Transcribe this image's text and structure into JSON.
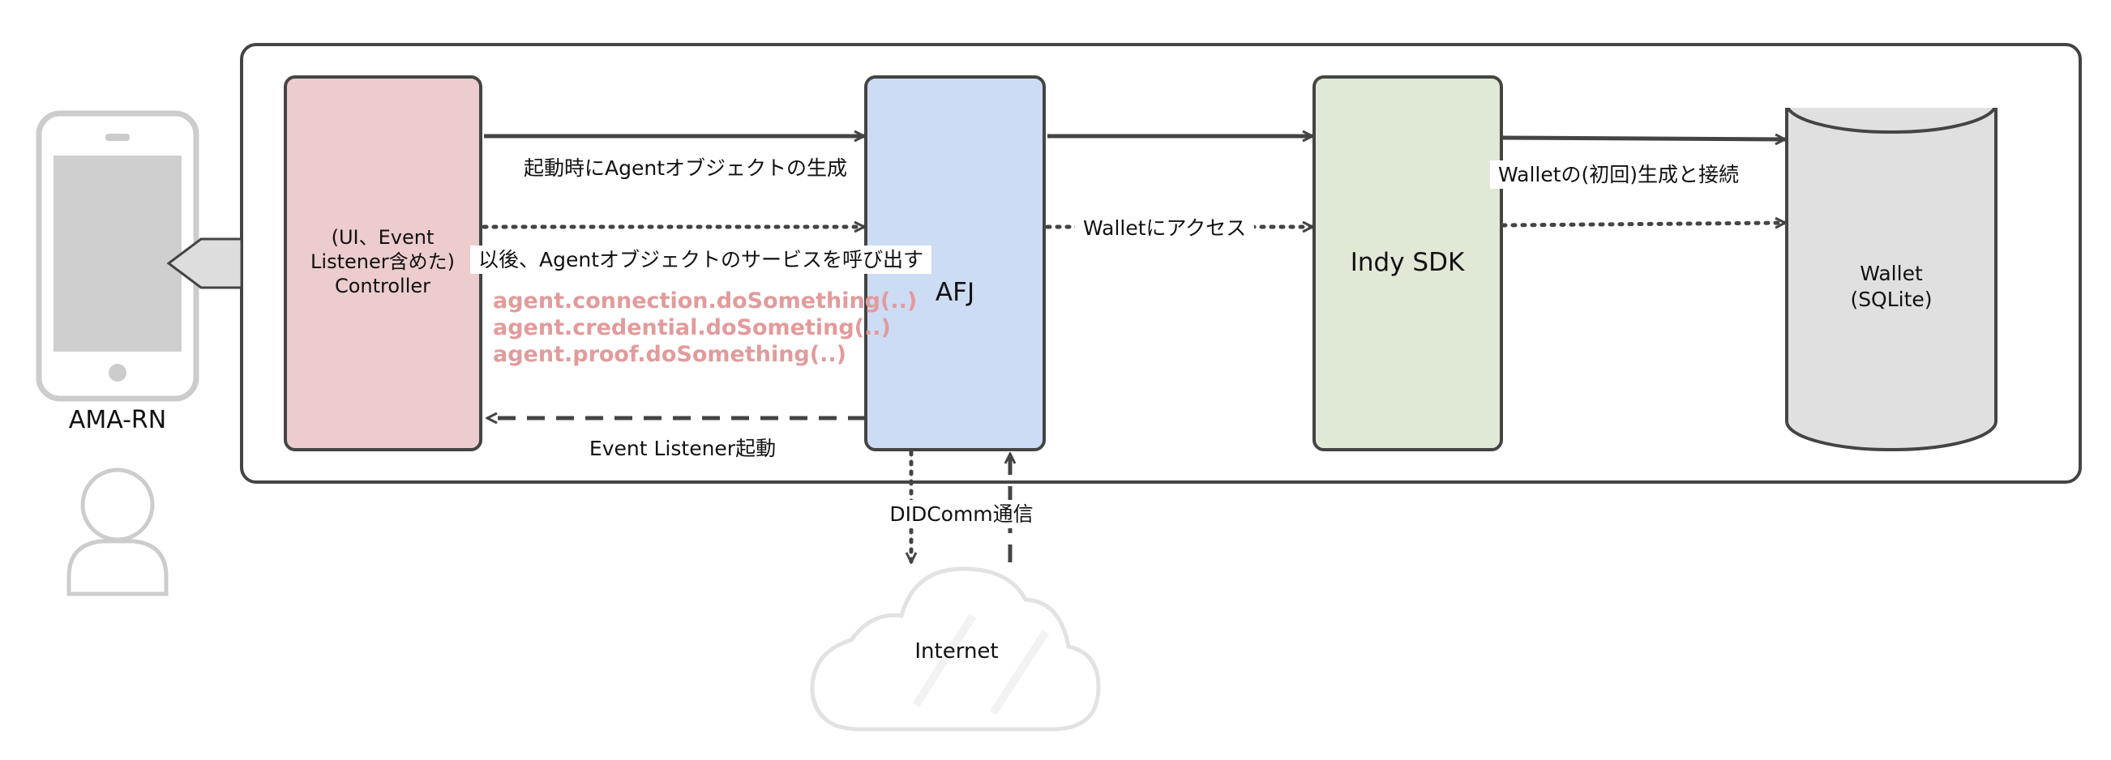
{
  "device": {
    "label": "AMA-RN"
  },
  "components": {
    "controller": {
      "label_line1": "(UI、Event",
      "label_line2": "Listener含めた)",
      "label_line3": "Controller"
    },
    "afj": {
      "label": "AFJ"
    },
    "indy": {
      "label": "Indy SDK"
    },
    "wallet": {
      "label_line1": "Wallet",
      "label_line2": "(SQLite)"
    },
    "internet": {
      "label": "Internet"
    }
  },
  "edges": {
    "agent_create": "起動時にAgentオブジェクトの生成",
    "service_call": "以後、Agentオブジェクトのサービスを呼び出す",
    "event_listener": "Event Listener起動",
    "wallet_access": "Walletにアクセス",
    "wallet_connect": "Walletの(初回)生成と接続",
    "didcomm": "DIDComm通信"
  },
  "code_samples": [
    "agent.connection.doSomething(..)",
    "agent.credential.doSometing(..)",
    "agent.proof.doSomething(..)"
  ],
  "colors": {
    "controller_fill": "#eccccc",
    "afj_fill": "#cddcf5",
    "indy_fill": "#dfe9d6",
    "wallet_fill": "#e0e0e0",
    "code_text": "#e29b9b",
    "stroke": "#444444"
  }
}
